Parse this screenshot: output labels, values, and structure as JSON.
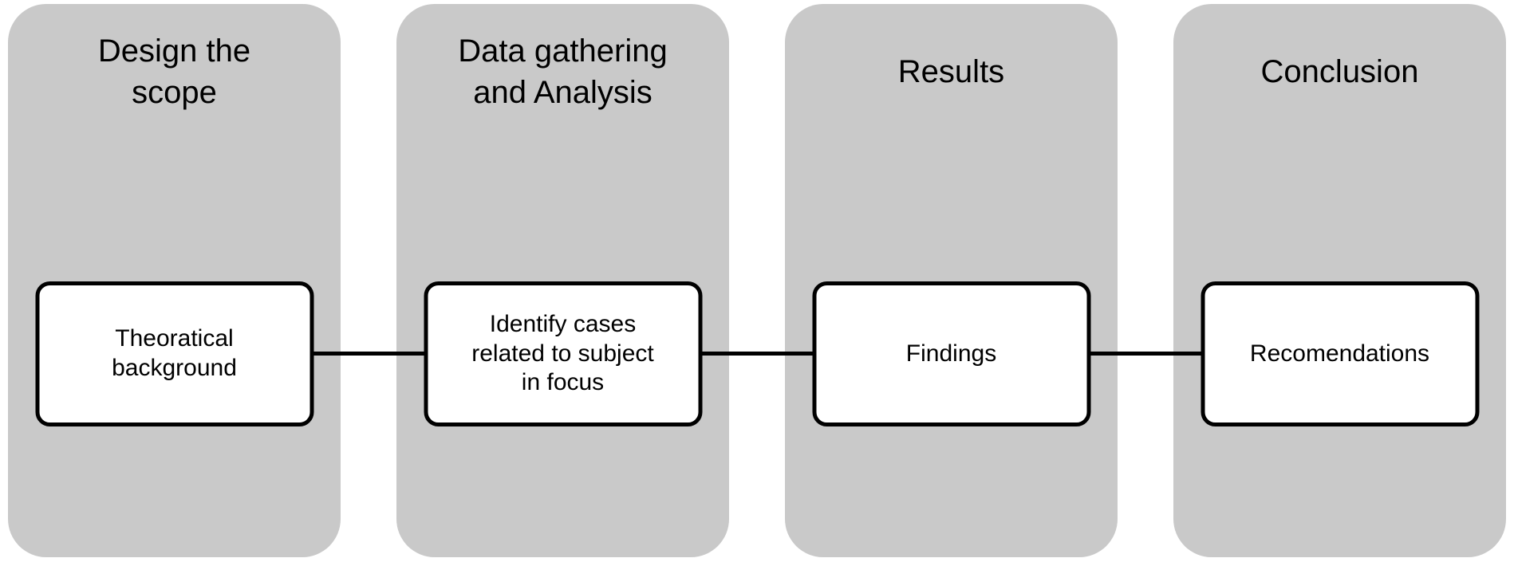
{
  "diagram": {
    "type": "process-flow",
    "direction": "left-to-right",
    "columns": [
      {
        "title": "Design the\nscope",
        "box": "Theoratical\nbackground"
      },
      {
        "title": "Data gathering\nand Analysis",
        "box": "Identify cases\nrelated to subject\nin focus"
      },
      {
        "title": "Results",
        "box": "Findings"
      },
      {
        "title": "Conclusion",
        "box": "Recomendations"
      }
    ],
    "connectors": [
      {
        "from": "Theoratical background",
        "to": "Identify cases related to subject in focus"
      },
      {
        "from": "Identify cases related to subject in focus",
        "to": "Findings"
      },
      {
        "from": "Findings",
        "to": "Recomendations"
      }
    ],
    "colors": {
      "panel_bg": "#c9c9c9",
      "box_bg": "#ffffff",
      "box_border": "#000000",
      "connector": "#000000",
      "text": "#000000",
      "page_bg": "#ffffff"
    }
  }
}
